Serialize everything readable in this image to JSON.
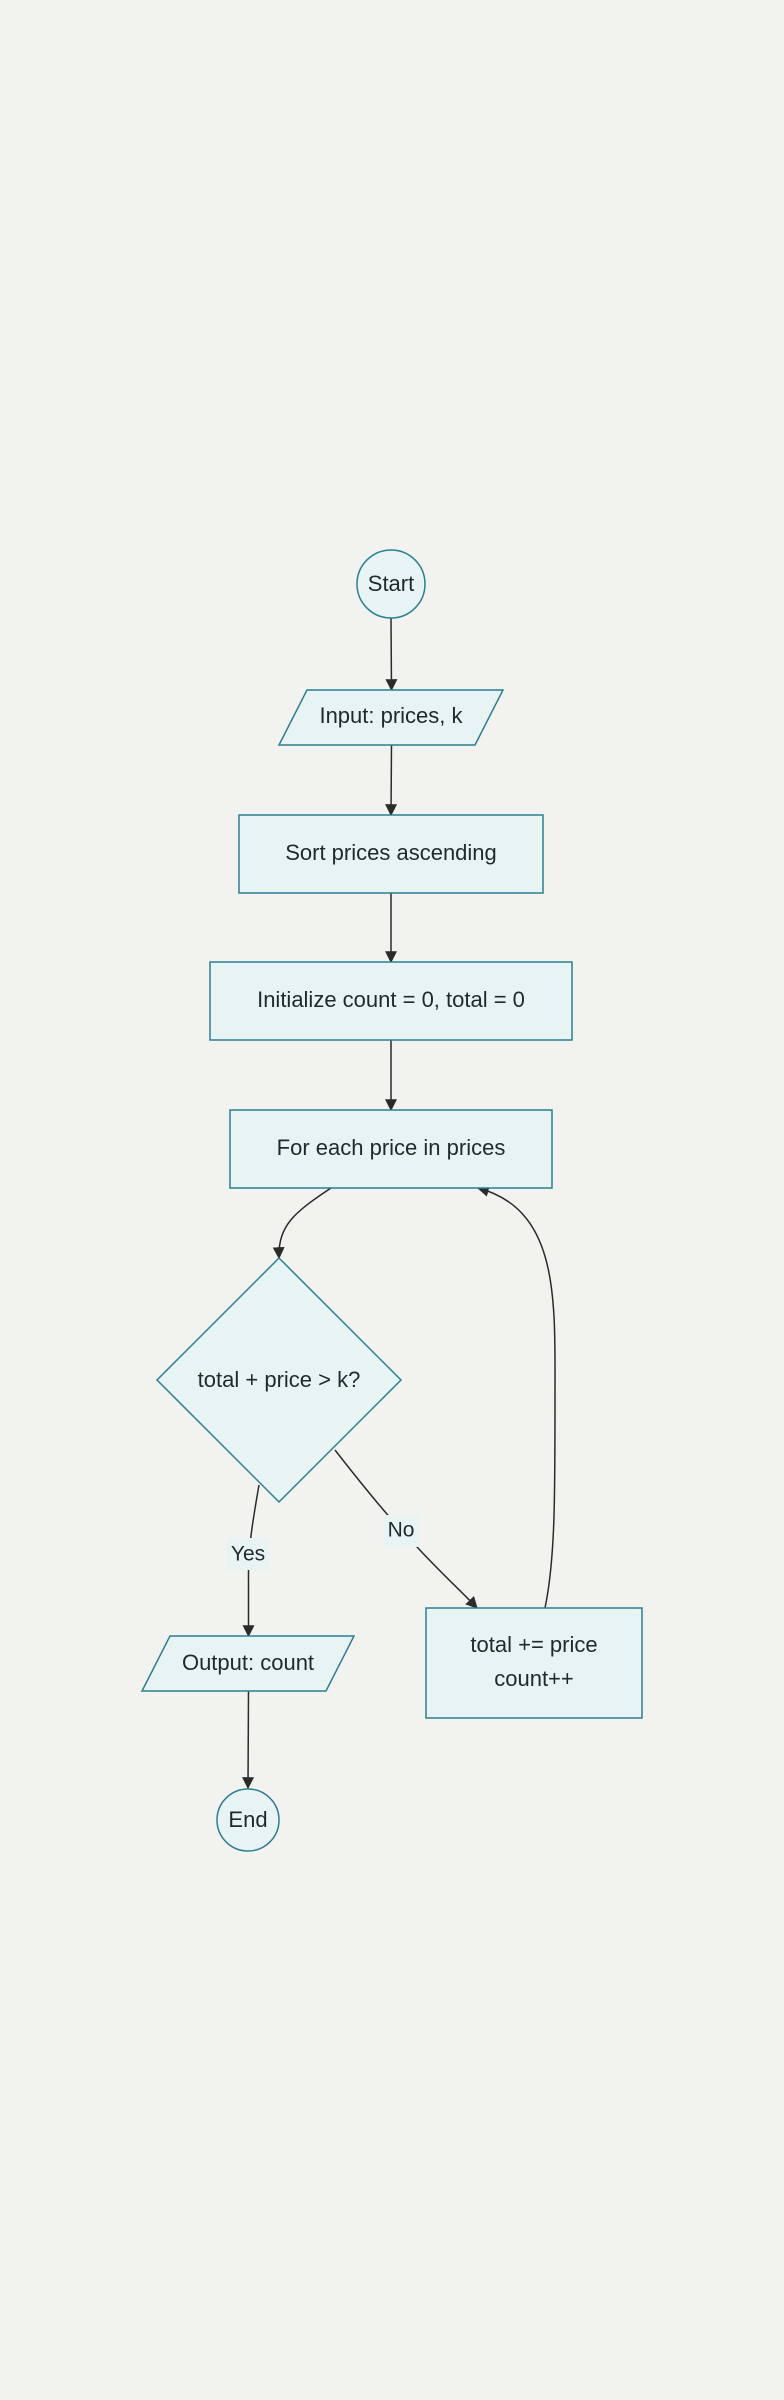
{
  "nodes": {
    "start": "Start",
    "input": "Input: prices, k",
    "sort": "Sort prices ascending",
    "init": "Initialize count = 0, total = 0",
    "loop": "For each price in prices",
    "decision": "total + price > k?",
    "update_line1": "total += price",
    "update_line2": "count++",
    "output": "Output: count",
    "end": "End"
  },
  "edges": {
    "yes_label": "Yes",
    "no_label": "No"
  }
}
